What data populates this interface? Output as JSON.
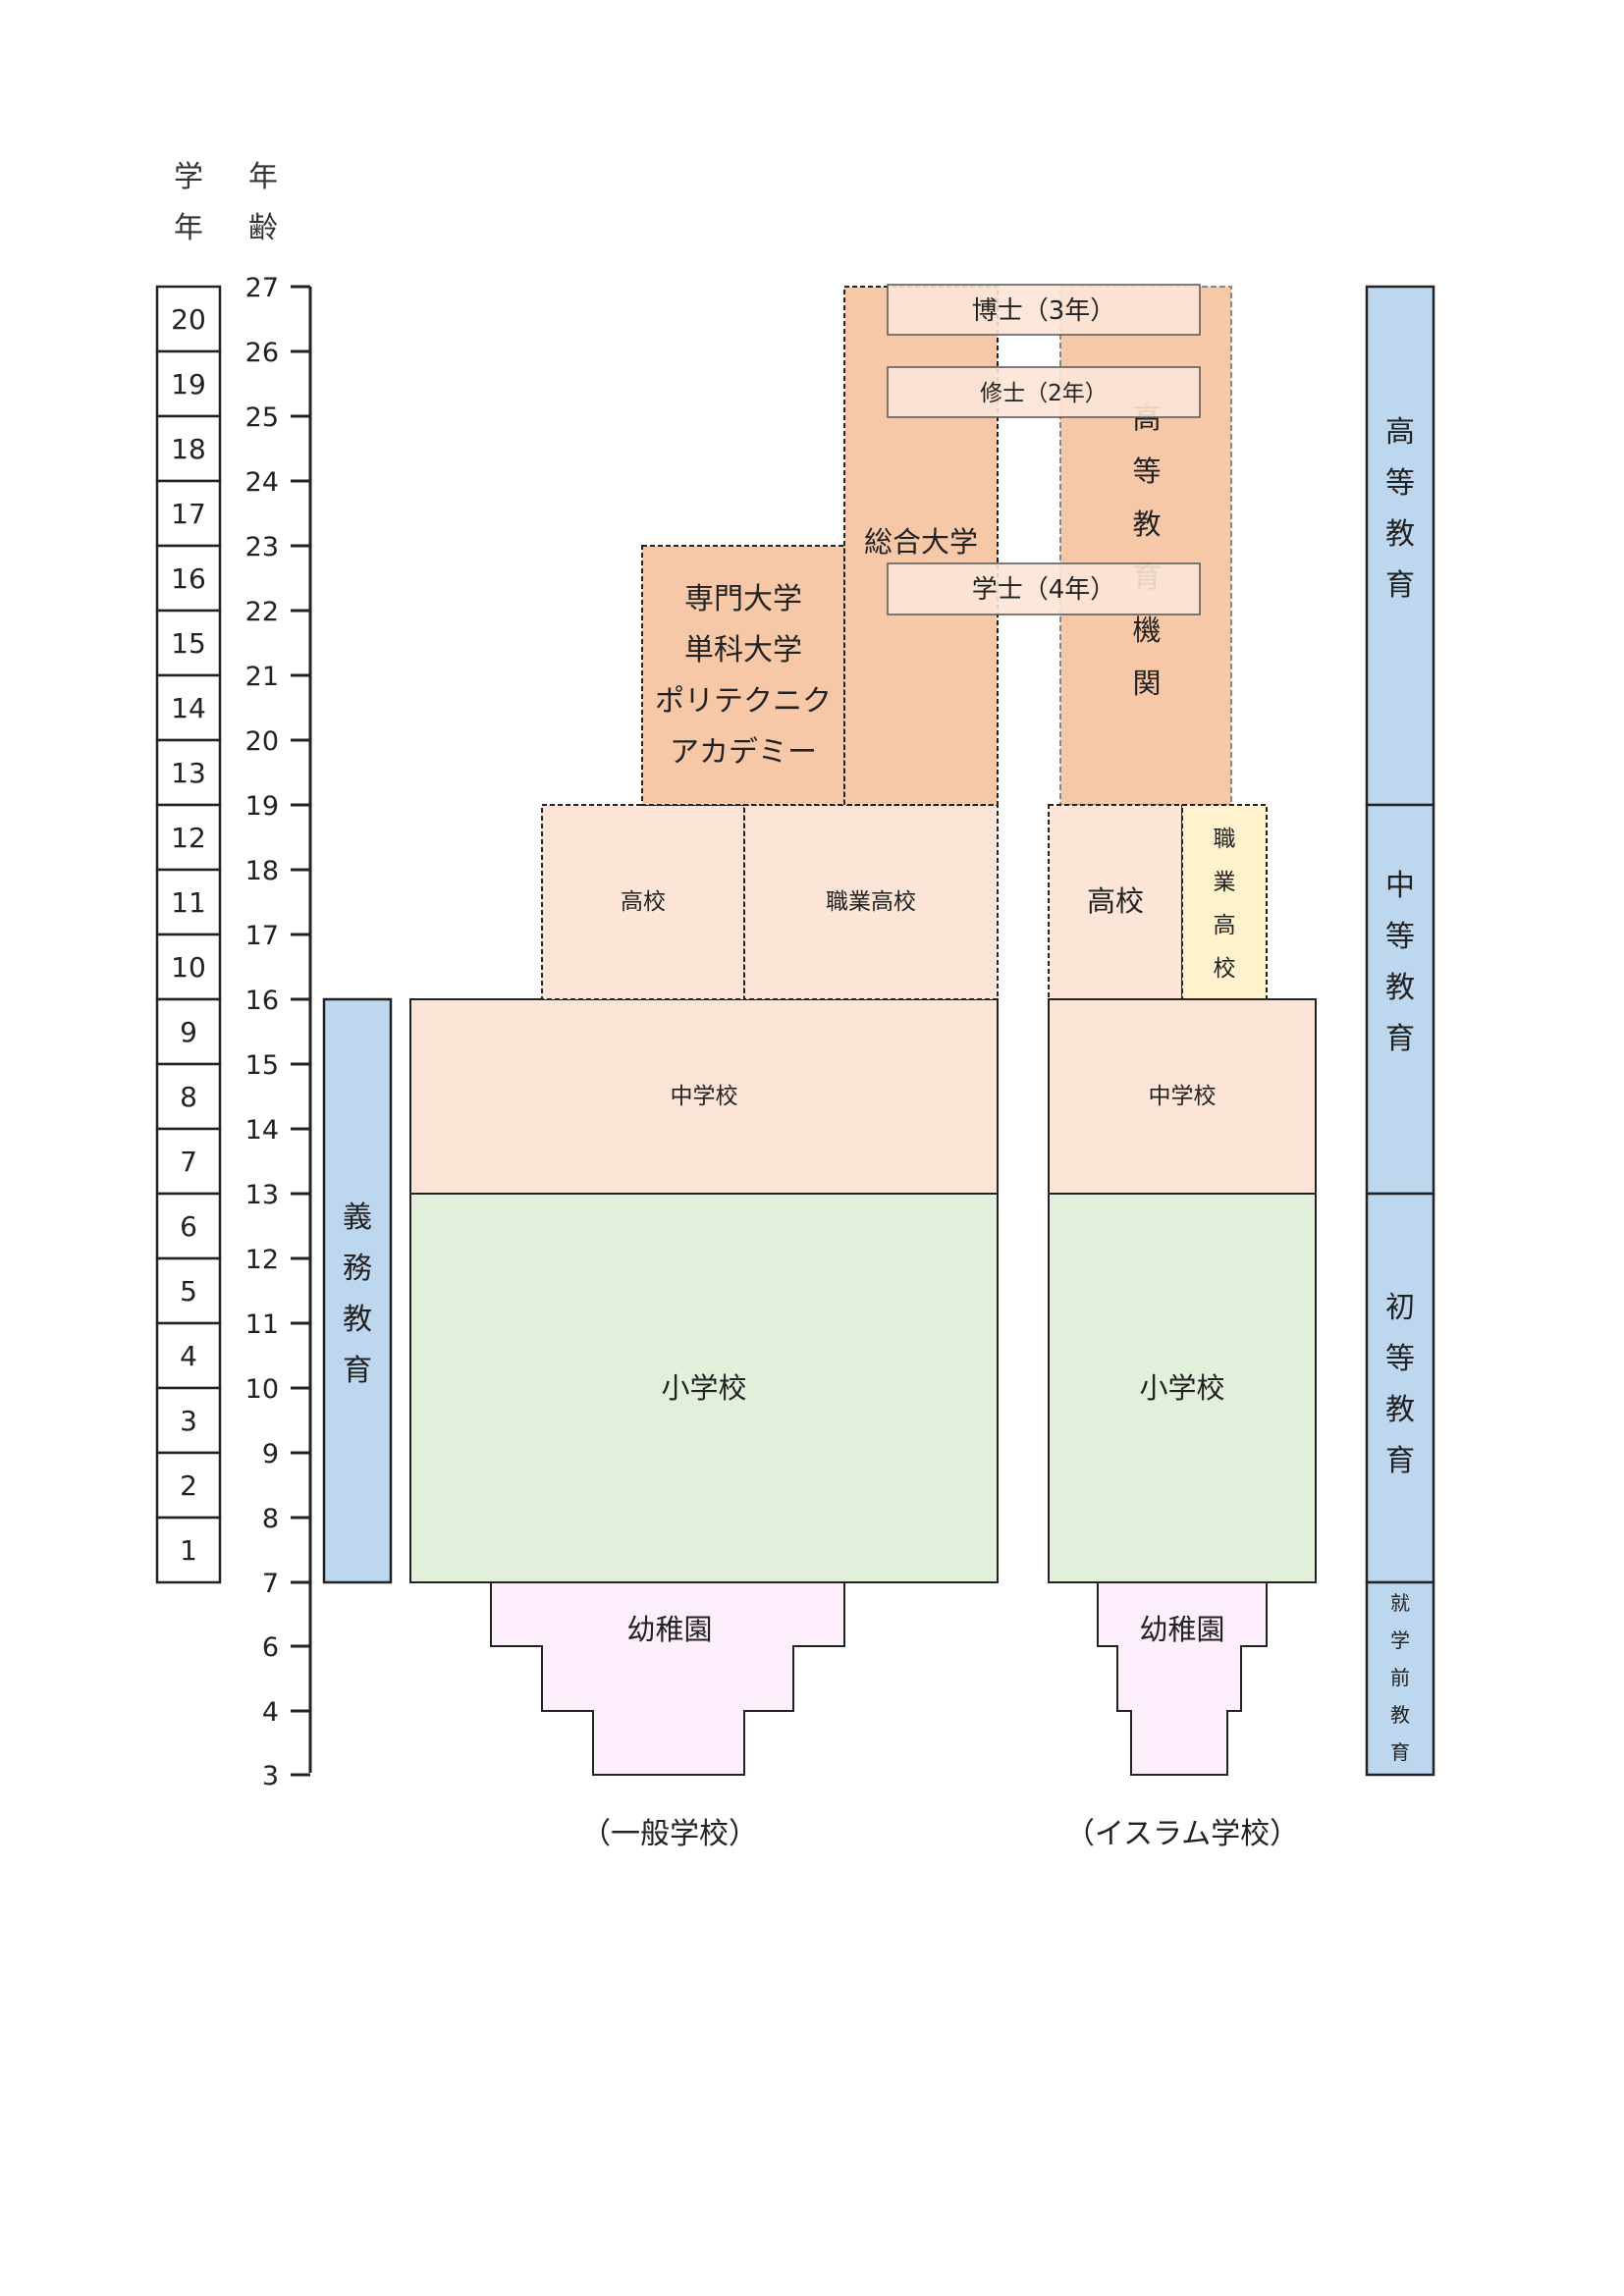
{
  "headers": {
    "grade_label": "学年",
    "age_label": "年齢"
  },
  "grades": [
    "20",
    "19",
    "18",
    "17",
    "16",
    "15",
    "14",
    "13",
    "12",
    "11",
    "10",
    "9",
    "8",
    "7",
    "6",
    "5",
    "4",
    "3",
    "2",
    "1"
  ],
  "ages": [
    "27",
    "26",
    "25",
    "24",
    "23",
    "22",
    "21",
    "20",
    "19",
    "18",
    "17",
    "16",
    "15",
    "14",
    "13",
    "12",
    "11",
    "10",
    "9",
    "8",
    "7",
    "6",
    "4",
    "3"
  ],
  "compulsory": "義務教育",
  "stages": {
    "higher": "高等教育",
    "secondary": "中等教育",
    "primary": "初等教育",
    "preschool": "就学前教育"
  },
  "general": {
    "caption": "（一般学校）",
    "vocational_univ": [
      "専門大学",
      "単科大学",
      "ポリテクニク",
      "アカデミー"
    ],
    "university": "総合大学",
    "doctor": "博士（3年）",
    "master": "修士（2年）",
    "bachelor": "学士（4年）",
    "high_school": "高校",
    "vocational_high": "職業高校",
    "junior_high": "中学校",
    "elementary": "小学校",
    "kindergarten": "幼稚園"
  },
  "islamic": {
    "caption": "（イスラム学校）",
    "higher_inst": "高等教育機関",
    "high_school": "高校",
    "vocational_high": "職業高校",
    "junior_high": "中学校",
    "elementary": "小学校",
    "kindergarten": "幼稚園"
  },
  "colors": {
    "university": "#f6c8a8",
    "school": "#fce4d6",
    "elementary": "#e2efda",
    "kindergarten": "#fdeefb",
    "stage_blue": "#bdd7ee",
    "vocational_yellow": "#fff2cc"
  }
}
